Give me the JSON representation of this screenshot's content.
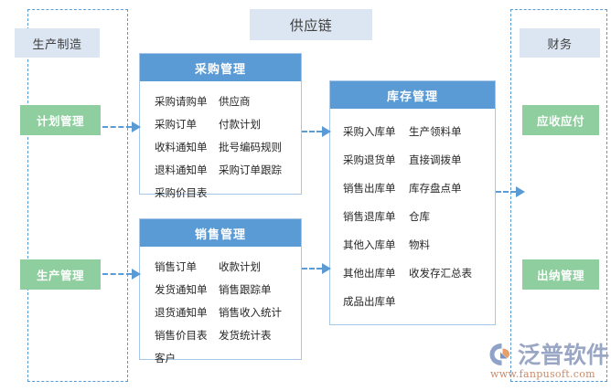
{
  "diagram": {
    "title": "供应链",
    "left_group": {
      "section_label": "生产制造",
      "modules": [
        "计划管理",
        "生产管理"
      ]
    },
    "right_group": {
      "section_label": "财务",
      "modules": [
        "应收应付",
        "出纳管理"
      ]
    },
    "panels": [
      {
        "id": "purchase",
        "title": "采购管理",
        "rows": [
          [
            "采购请购单",
            "供应商"
          ],
          [
            "采购订单",
            "付款计划"
          ],
          [
            "收料通知单",
            "批号编码规则"
          ],
          [
            "退料通知单",
            "采购订单跟踪"
          ],
          [
            "采购价目表",
            ""
          ]
        ]
      },
      {
        "id": "sales",
        "title": "销售管理",
        "rows": [
          [
            "销售订单",
            "收款计划"
          ],
          [
            "发货通知单",
            "销售跟踪单"
          ],
          [
            "退货通知单",
            "销售收入统计"
          ],
          [
            "销售价目表",
            "发货统计表"
          ],
          [
            "客户",
            ""
          ]
        ]
      },
      {
        "id": "inventory",
        "title": "库存管理",
        "rows": [
          [
            "采购入库单",
            "生产领料单"
          ],
          [
            "采购退货单",
            "直接调拨单"
          ],
          [
            "销售出库单",
            "库存盘点单"
          ],
          [
            "销售退库单",
            "仓库"
          ],
          [
            "其他入库单",
            "物料"
          ],
          [
            "其他出库单",
            "收发存汇总表"
          ],
          [
            "成品出库单",
            ""
          ]
        ]
      }
    ],
    "watermark": {
      "brand": "泛普软件",
      "url": "www.fanpusoft.com"
    },
    "colors": {
      "accent_blue": "#5b9bd5",
      "chip_blue": "#dce6f2",
      "chip_green": "#8fce9f",
      "panel_border": "#a7c6e8",
      "text_dark": "#262626"
    }
  }
}
